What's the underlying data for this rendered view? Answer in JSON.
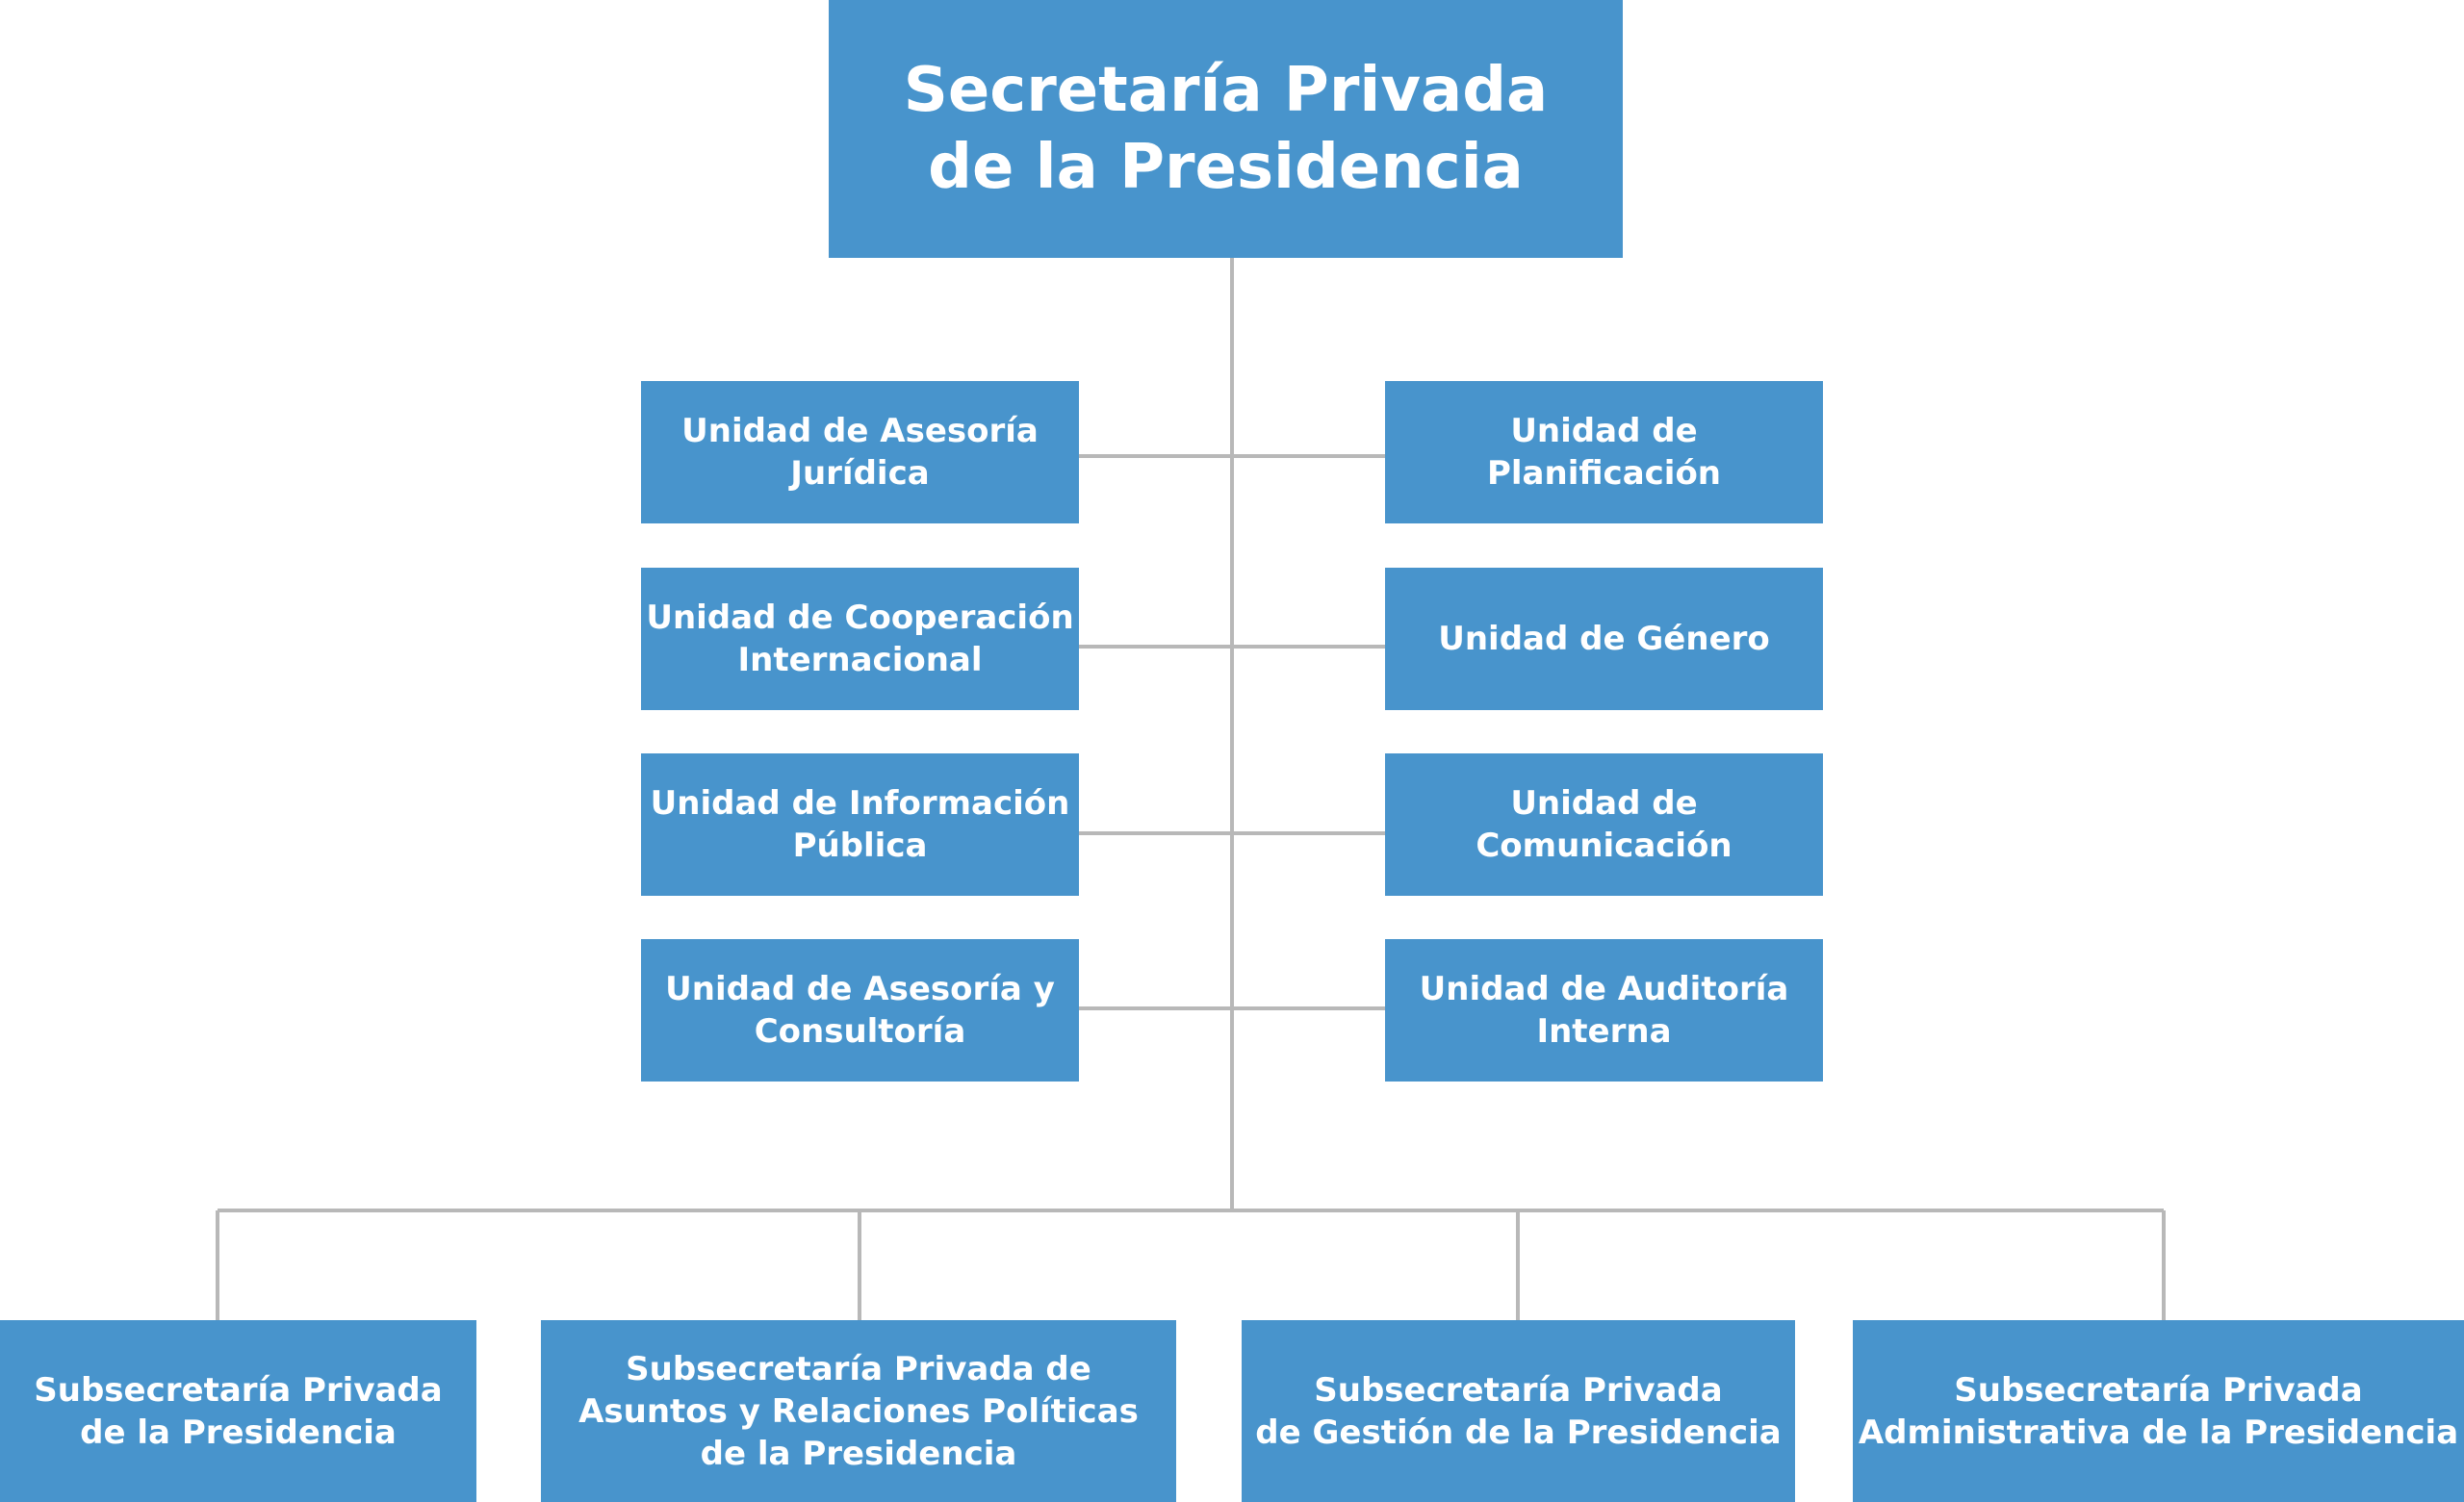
{
  "colors": {
    "box_fill": "#4894cc",
    "box_text": "#ffffff",
    "connector": "#b8b8b8",
    "background": "#ffffff"
  },
  "root": {
    "label": "Secretaría Privada\nde la Presidencia"
  },
  "units_left": [
    {
      "label": "Unidad de Asesoría\nJurídica"
    },
    {
      "label": "Unidad de Cooperación\nInternacional"
    },
    {
      "label": "Unidad de Información\nPública"
    },
    {
      "label": "Unidad de Asesoría y\nConsultoría"
    }
  ],
  "units_right": [
    {
      "label": "Unidad de\nPlanificación"
    },
    {
      "label": "Unidad de Género"
    },
    {
      "label": "Unidad de\nComunicación"
    },
    {
      "label": "Unidad de Auditoría\nInterna"
    }
  ],
  "subsecretarias": [
    {
      "label": "Subsecretaría Privada\nde la Presidencia"
    },
    {
      "label": "Subsecretaría Privada de\nAsuntos y Relaciones Políticas\nde la Presidencia"
    },
    {
      "label": "Subsecretaría Privada\nde Gestión de la Presidencia"
    },
    {
      "label": "Subsecretaría Privada\nAdministrativa de la Presidencia"
    }
  ]
}
